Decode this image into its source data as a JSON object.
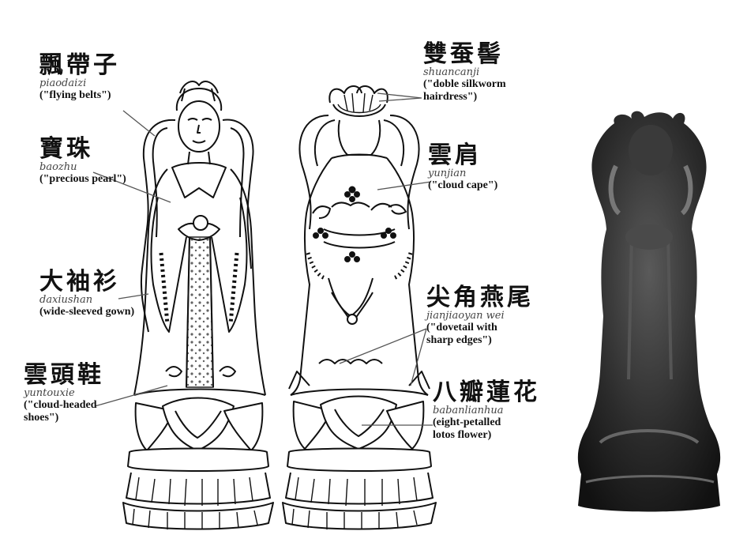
{
  "labels": [
    {
      "id": "piaodaizi",
      "zh": "飄帶子",
      "pinyin": "piaodaizi",
      "en": "(\"flying belts\")"
    },
    {
      "id": "baozhu",
      "zh": "寶珠",
      "pinyin": "baozhu",
      "en": "(\"precious pearl\")"
    },
    {
      "id": "daxiushan",
      "zh": "大袖衫",
      "pinyin": "daxiushan",
      "en": "(wide-sleeved gown)"
    },
    {
      "id": "yuntouxie",
      "zh": "雲頭鞋",
      "pinyin": "yuntouxie",
      "en1": "(\"cloud-headed",
      "en2": "shoes\")"
    },
    {
      "id": "shuancanji",
      "zh": "雙蚕髻",
      "pinyin": "shuancanji",
      "en1": "(\"doble silkworm",
      "en2": "hairdress\")"
    },
    {
      "id": "yunjian",
      "zh": "雲肩",
      "pinyin": "yunjian",
      "en": "(\"cloud cape\")"
    },
    {
      "id": "jianjiaoyanwei",
      "zh": "尖角燕尾",
      "pinyin": "jianjiaoyan wei",
      "en1": "(\"dovetail with",
      "en2": "sharp edges\")"
    },
    {
      "id": "babanlianhua",
      "zh": "八瓣蓮花",
      "pinyin": "babanlianhua",
      "en1": "(eight-petalled",
      "en2": "lotos flower)"
    }
  ],
  "figures": {
    "front": "front-view-drawing",
    "back": "back-view-drawing",
    "photo": "statue-photograph"
  }
}
